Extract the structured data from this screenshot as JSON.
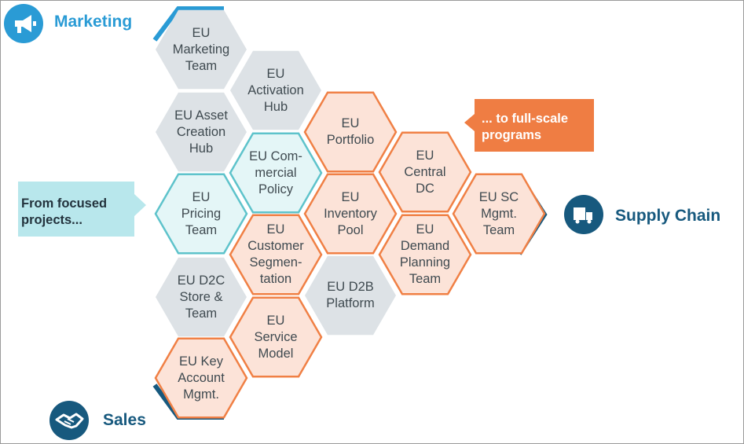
{
  "colors": {
    "marketing_blue": "#2a9bd5",
    "supply_navy": "#17597e",
    "text_gray": "#3f4a50",
    "gray_fill": "#dde2e6",
    "teal_fill": "#e4f6f7",
    "teal_stroke": "#5ec3cb",
    "orange_fill": "#fce3d8",
    "orange_stroke": "#f08045",
    "orange_solid": "#ef7d43",
    "callout_teal_bg": "#b8e7ec"
  },
  "categories": {
    "marketing": {
      "label": "Marketing",
      "icon": "megaphone-icon"
    },
    "supply_chain": {
      "label": "Supply Chain",
      "icon": "truck-icon"
    },
    "sales": {
      "label": "Sales",
      "icon": "handshake-icon"
    }
  },
  "callouts": {
    "from": "From focused\nprojects...",
    "to": "... to full-scale\nprograms"
  },
  "hexagons": [
    {
      "id": "eu-marketing-team",
      "label": "EU\nMarketing\nTeam",
      "style": "gray"
    },
    {
      "id": "eu-activation-hub",
      "label": "EU\nActivation\nHub",
      "style": "gray"
    },
    {
      "id": "eu-asset-creation-hub",
      "label": "EU Asset\nCreation\nHub",
      "style": "gray"
    },
    {
      "id": "eu-portfolio",
      "label": "EU\nPortfolio",
      "style": "orange"
    },
    {
      "id": "eu-commercial-policy",
      "label": "EU Com-\nmercial\nPolicy",
      "style": "teal"
    },
    {
      "id": "eu-central-dc",
      "label": "EU\nCentral\nDC",
      "style": "orange"
    },
    {
      "id": "eu-pricing-team",
      "label": "EU\nPricing\nTeam",
      "style": "teal"
    },
    {
      "id": "eu-inventory-pool",
      "label": "EU\nInventory\nPool",
      "style": "orange"
    },
    {
      "id": "eu-sc-mgmt-team",
      "label": "EU SC\nMgmt.\nTeam",
      "style": "orange"
    },
    {
      "id": "eu-customer-segmentation",
      "label": "EU\nCustomer\nSegmen-\ntation",
      "style": "orange"
    },
    {
      "id": "eu-demand-planning-team",
      "label": "EU\nDemand\nPlanning\nTeam",
      "style": "orange"
    },
    {
      "id": "eu-d2c-store-team",
      "label": "EU D2C\nStore &\nTeam",
      "style": "gray"
    },
    {
      "id": "eu-d2b-platform",
      "label": "EU D2B\nPlatform",
      "style": "gray"
    },
    {
      "id": "eu-service-model",
      "label": "EU\nService\nModel",
      "style": "orange"
    },
    {
      "id": "eu-key-account-mgmt",
      "label": "EU Key\nAccount\nMgmt.",
      "style": "orange"
    }
  ]
}
